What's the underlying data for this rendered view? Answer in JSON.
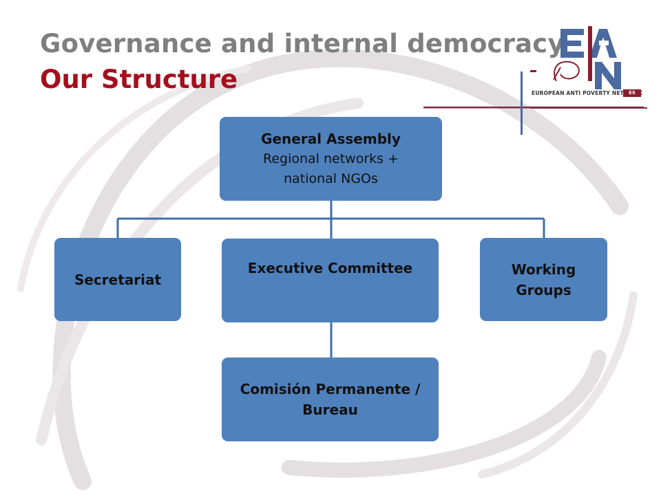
{
  "header": {
    "title": "Governance and internal democracy",
    "subtitle": "Our Structure"
  },
  "logo": {
    "letters": "EAPN",
    "caption": "EUROPEAN ANTI POVERTY NETWORK",
    "badge": "ES"
  },
  "diagram": {
    "general_assembly": {
      "title": "General Assembly",
      "subtitle": "Regional networks + national NGOs"
    },
    "secretariat": {
      "title": "Secretariat"
    },
    "executive_committee": {
      "title": "Executive Committee"
    },
    "working_groups": {
      "title": "Working Groups"
    },
    "comision_permanente": {
      "title": "Comisión Permanente / Bureau"
    }
  },
  "colors": {
    "box_fill": "#4f81bd",
    "connector": "#3f6fa8",
    "title_gray": "#7f7f7f",
    "title_red": "#a50f1d",
    "logo_blue": "#4a6aa0",
    "logo_red": "#8c1c2e"
  }
}
